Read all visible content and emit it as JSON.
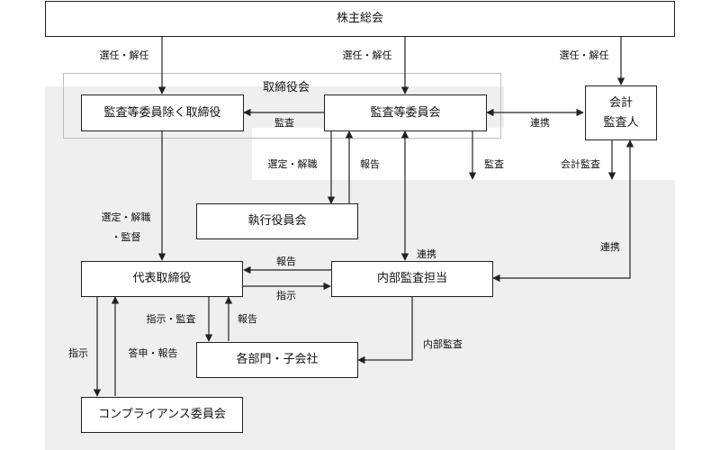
{
  "boxes": {
    "shareholders": "株主総会",
    "directors_excl_audit": "監査等委員除く取締役",
    "audit_committee": "監査等委員会",
    "accounting_auditor_l1": "会計",
    "accounting_auditor_l2": "監査人",
    "exec_officers": "執行役員会",
    "representative_director": "代表取締役",
    "internal_audit": "内部監査担当",
    "departments_subsidiaries": "各部門・子会社",
    "compliance_committee": "コンプライアンス委員会"
  },
  "group_label": "取締役会",
  "labels": {
    "elect_dismiss_1": "選任・解任",
    "elect_dismiss_2": "選任・解任",
    "elect_dismiss_3": "選任・解任",
    "audit_to_directors": "監査",
    "cooperation_ac": "連携",
    "select_dismiss": "選定・解職",
    "report_exec": "報告",
    "audit_down": "監査",
    "accounting_audit": "会計監査",
    "select_dismiss_supervise_l1": "選定・解職",
    "select_dismiss_supervise_l2": "・監督",
    "cooperation_ia": "連携",
    "cooperation_right": "連携",
    "report_ia": "報告",
    "instruct_ia": "指示",
    "instruct_audit": "指示・監査",
    "report_dept": "報告",
    "instruct_cc": "指示",
    "answer_report": "答申・報告",
    "internal_audit_label": "内部監査"
  },
  "colors": {
    "shaded_region": "#efefef",
    "group_border": "#bdbdbd",
    "line": "#222222"
  }
}
